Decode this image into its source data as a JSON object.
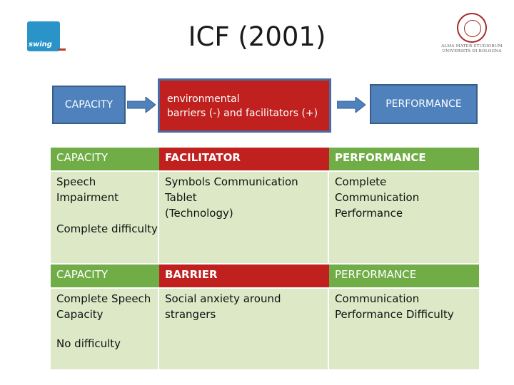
{
  "title": "ICF (2001)",
  "logos": {
    "left_text": "swing",
    "right_text": "ALMA MATER STUDIORUM UNIVERSITÀ DI BOLOGNA"
  },
  "flow": {
    "capacity": "CAPACITY",
    "environment_line1": "environmental",
    "environment_line2": "barriers (-) and facilitators (+)",
    "performance": "PERFORMANCE"
  },
  "table": {
    "section1": {
      "header": [
        "CAPACITY",
        "FACILITATOR",
        "PERFORMANCE"
      ],
      "col1_line1": "Speech",
      "col1_line2": "Impairment",
      "col1_note": "Complete difficulty",
      "col2_line1": "Symbols Communication",
      "col2_line2": "Tablet",
      "col2_line3": "(Technology)",
      "col3_line1": "Complete Communication",
      "col3_line2": "Performance"
    },
    "section2": {
      "header": [
        "CAPACITY",
        "BARRIER",
        "PERFORMANCE"
      ],
      "col1_line1": "Complete Speech",
      "col1_line2": "Capacity",
      "col1_note": "No difficulty",
      "col2_line1": "Social anxiety around",
      "col2_line2": "strangers",
      "col3_line1": "Communication",
      "col3_line2": "Performance Difficulty"
    }
  },
  "colors": {
    "blue_box": "#4f81bd",
    "red_box": "#c0201e",
    "green_header": "#70ad47",
    "light_green_body": "#dde8c7"
  }
}
